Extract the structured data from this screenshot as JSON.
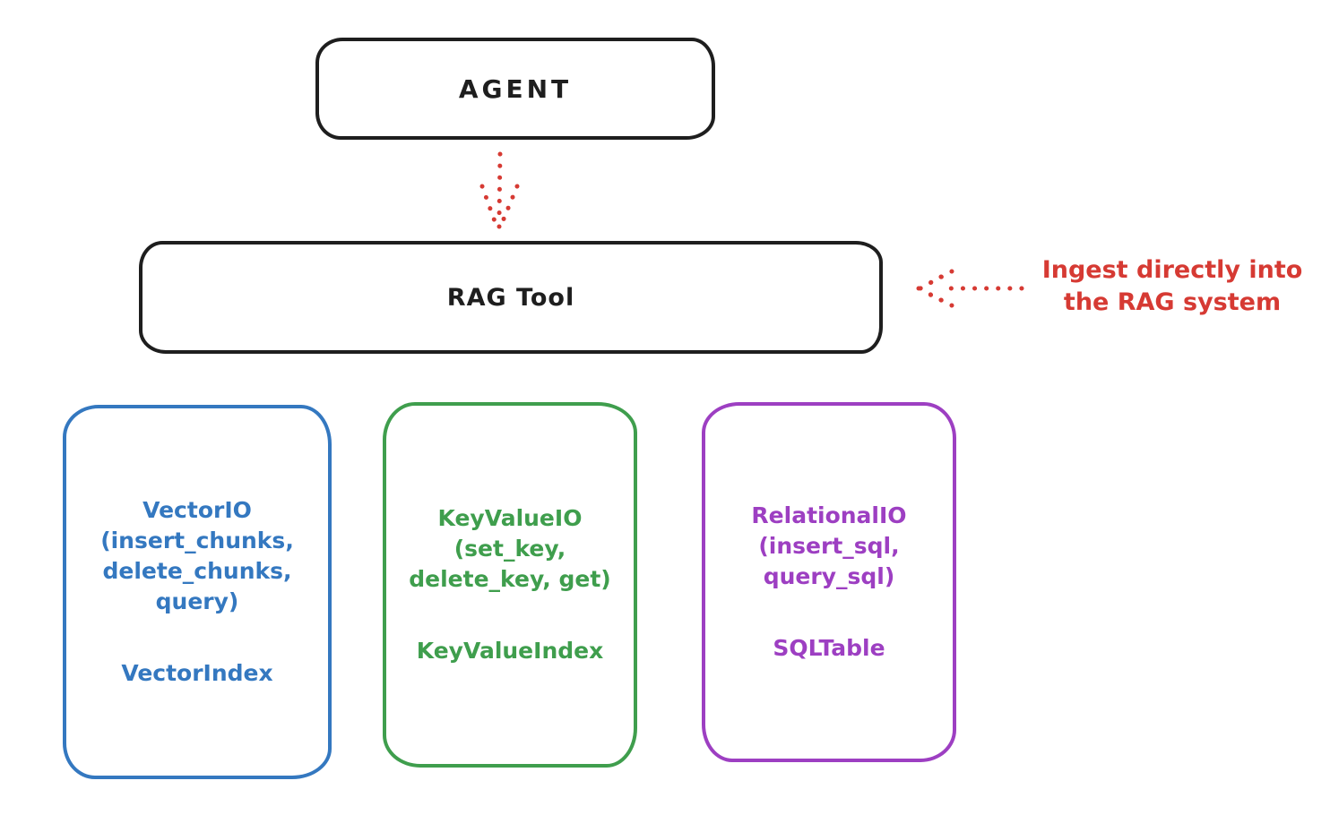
{
  "diagram": {
    "title_hint": "RAG ingestion architecture sketch",
    "agent": {
      "label": "AGENT"
    },
    "rag_tool": {
      "label": "RAG Tool"
    },
    "annotation": {
      "text": "Ingest directly into\nthe RAG system",
      "color": "#d63a33"
    },
    "arrows": [
      {
        "name": "agent-to-ragtool",
        "style": "dotted",
        "direction": "down",
        "color": "#d63a33"
      },
      {
        "name": "annotation-to-ragtool",
        "style": "dotted",
        "direction": "left",
        "color": "#d63a33"
      }
    ],
    "stores": [
      {
        "id": "vector-io",
        "lines": "VectorIO\n(insert_chunks,\ndelete_chunks,\nquery)",
        "index": "VectorIndex",
        "color": "#3478c0"
      },
      {
        "id": "keyvalue-io",
        "lines": "KeyValueIO\n(set_key,\ndelete_key, get)",
        "index": "KeyValueIndex",
        "color": "#3f9e4d"
      },
      {
        "id": "relational-io",
        "lines": "RelationalIO\n(insert_sql,\nquery_sql)",
        "index": "SQLTable",
        "color": "#9d3fc2"
      }
    ],
    "colors": {
      "stroke_black": "#1e1e1e",
      "accent_red": "#d63a33",
      "store_blue": "#3478c0",
      "store_green": "#3f9e4d",
      "store_purple": "#9d3fc2",
      "background": "#ffffff"
    }
  }
}
